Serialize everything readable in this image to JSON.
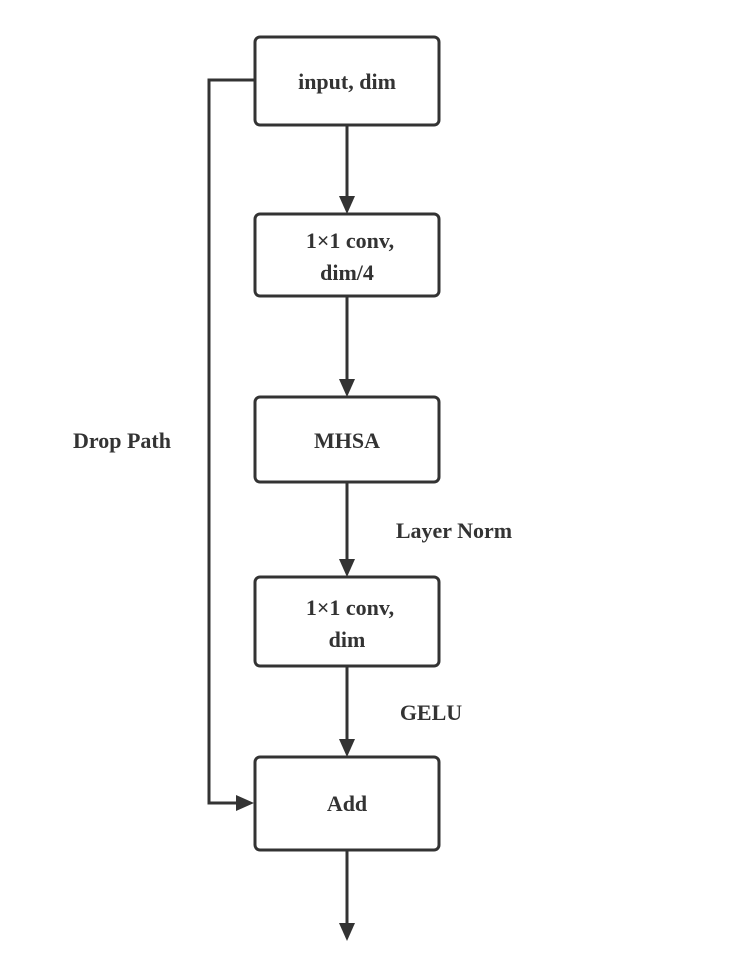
{
  "nodes": {
    "input": {
      "line1": "input, dim"
    },
    "conv1": {
      "line1": "1×1 conv,",
      "line2": "dim/4"
    },
    "mhsa": {
      "line1": "MHSA"
    },
    "conv2": {
      "line1": "1×1 conv,",
      "line2": "dim"
    },
    "add": {
      "line1": "Add"
    }
  },
  "edge_labels": {
    "drop_path": "Drop Path",
    "layer_norm": "Layer Norm",
    "gelu": "GELU"
  },
  "colors": {
    "stroke": "#333333",
    "background": "#ffffff"
  }
}
